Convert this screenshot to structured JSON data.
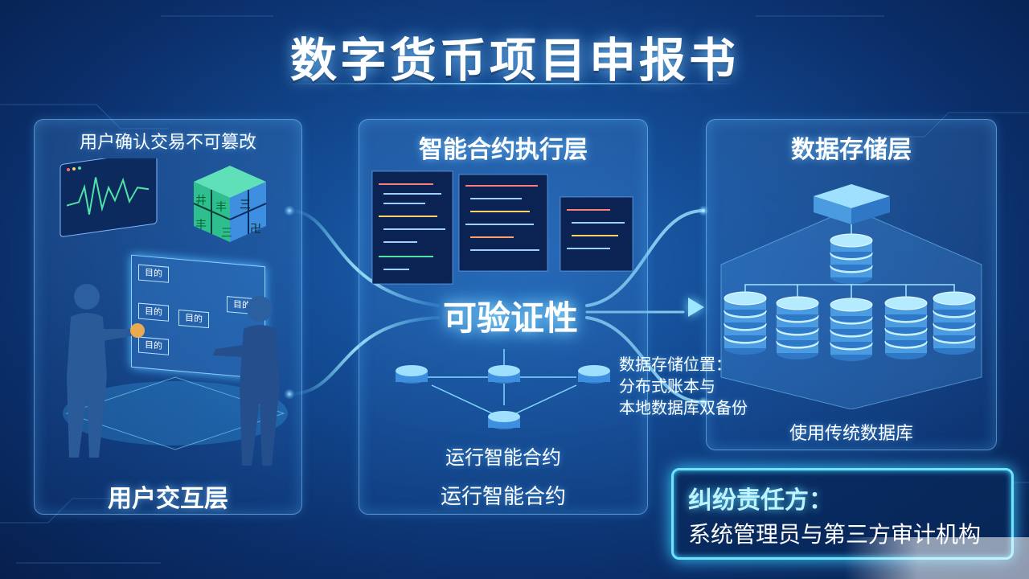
{
  "title": "数字货币项目申报书",
  "panels": {
    "user": {
      "top_text": "用户确认交易不可篡改",
      "bottom_title": "用户交互层",
      "matrix_glyphs": [
        "井",
        "丰",
        "三",
        "丰",
        "三",
        "卍"
      ],
      "screen_items": [
        "目的",
        "目的",
        "目的",
        "目的",
        "目的"
      ]
    },
    "contract": {
      "title": "智能合约执行层",
      "label_1": "运行智能合约",
      "label_2": "运行智能合约"
    },
    "storage": {
      "title": "数据存储层",
      "bottom_label": "使用传统数据库"
    }
  },
  "center_label": "可验证性",
  "storage_note": {
    "line1": "数据存储位置：",
    "line2": "分布式账本与",
    "line3": "本地数据库双备份"
  },
  "dispute": {
    "title": "纠纷责任方：",
    "body": "系统管理员与第三方审计机构"
  },
  "colors": {
    "background": "#134a92",
    "glow": "#6fe4ff",
    "panel_border": "#8cd2ff",
    "cube_green": "#2fbf8f",
    "cube_blue": "#3f8fe0"
  }
}
